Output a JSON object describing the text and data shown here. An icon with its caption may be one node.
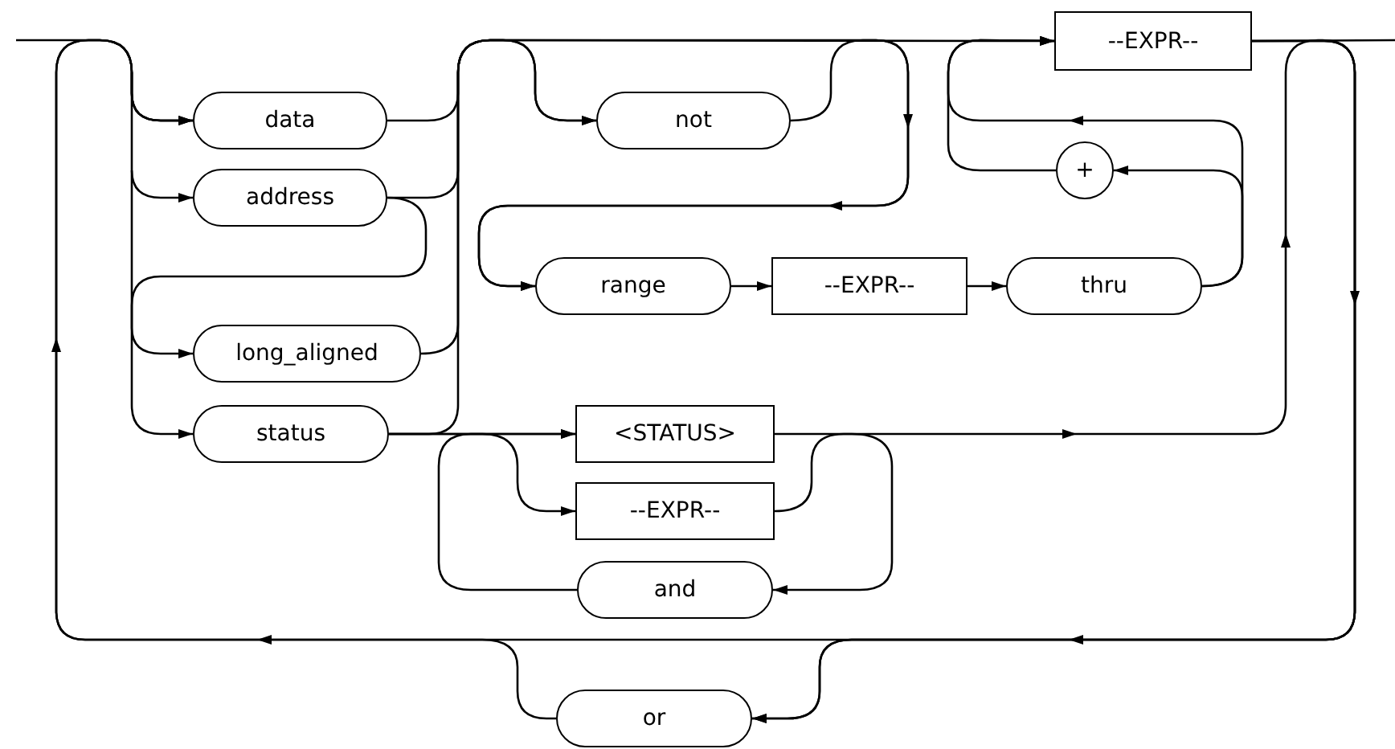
{
  "diagram": {
    "nodes": [
      {
        "text": [
          "--EXPR--"
        ]
      },
      {
        "text": [
          "data"
        ]
      },
      {
        "text": [
          "not"
        ]
      },
      {
        "text": [
          "address"
        ]
      },
      {
        "text": [
          "+"
        ]
      },
      {
        "text": [
          "range"
        ]
      },
      {
        "text": [
          "--EXPR--"
        ]
      },
      {
        "text": [
          "thru"
        ]
      },
      {
        "text": [
          "long_aligned"
        ]
      },
      {
        "text": [
          "status"
        ]
      },
      {
        "text": [
          "<STATUS>"
        ]
      },
      {
        "text": [
          "--EXPR--"
        ]
      },
      {
        "text": [
          "and"
        ]
      },
      {
        "text": [
          "or"
        ]
      }
    ],
    "edges": [
      {
        "from": null,
        "to": 1,
        "arrow": "to"
      },
      {
        "from": null,
        "to": 3,
        "arrow": "to"
      },
      {
        "from": null,
        "to": 9,
        "arrow": "to"
      },
      {
        "from": 3,
        "to": 8,
        "arrow": "to"
      },
      {
        "from": 1,
        "to": 2,
        "arrow": "to"
      },
      {
        "from": 3,
        "to": 5,
        "arrow": "to"
      },
      {
        "from": 8,
        "to": 0,
        "arrow": "to"
      },
      {
        "from": 9,
        "to": 2,
        "arrow": "to"
      },
      {
        "from": 2,
        "to": 5,
        "arrow": "to"
      },
      {
        "from": 5,
        "to": 6,
        "arrow": "to"
      },
      {
        "from": 6,
        "to": 7,
        "arrow": "to"
      },
      {
        "from": 7,
        "to": 4,
        "arrow": "to"
      },
      {
        "from": 7,
        "to": 0,
        "arrow": "to"
      },
      {
        "from": 4,
        "to": 0,
        "arrow": "to"
      },
      {
        "from": 0,
        "to": null,
        "arrow": "none"
      },
      {
        "from": 0,
        "to": 13,
        "arrow": "to"
      },
      {
        "from": 0,
        "to": 1,
        "arrow": "to"
      },
      {
        "from": 13,
        "to": 1,
        "arrow": "to"
      },
      {
        "from": 9,
        "to": 10,
        "arrow": "to"
      },
      {
        "from": 9,
        "to": 11,
        "arrow": "to"
      },
      {
        "from": 11,
        "to": 12,
        "arrow": "to"
      },
      {
        "from": 12,
        "to": 10,
        "arrow": "to"
      },
      {
        "from": 10,
        "to": 13,
        "arrow": "to"
      }
    ]
  }
}
